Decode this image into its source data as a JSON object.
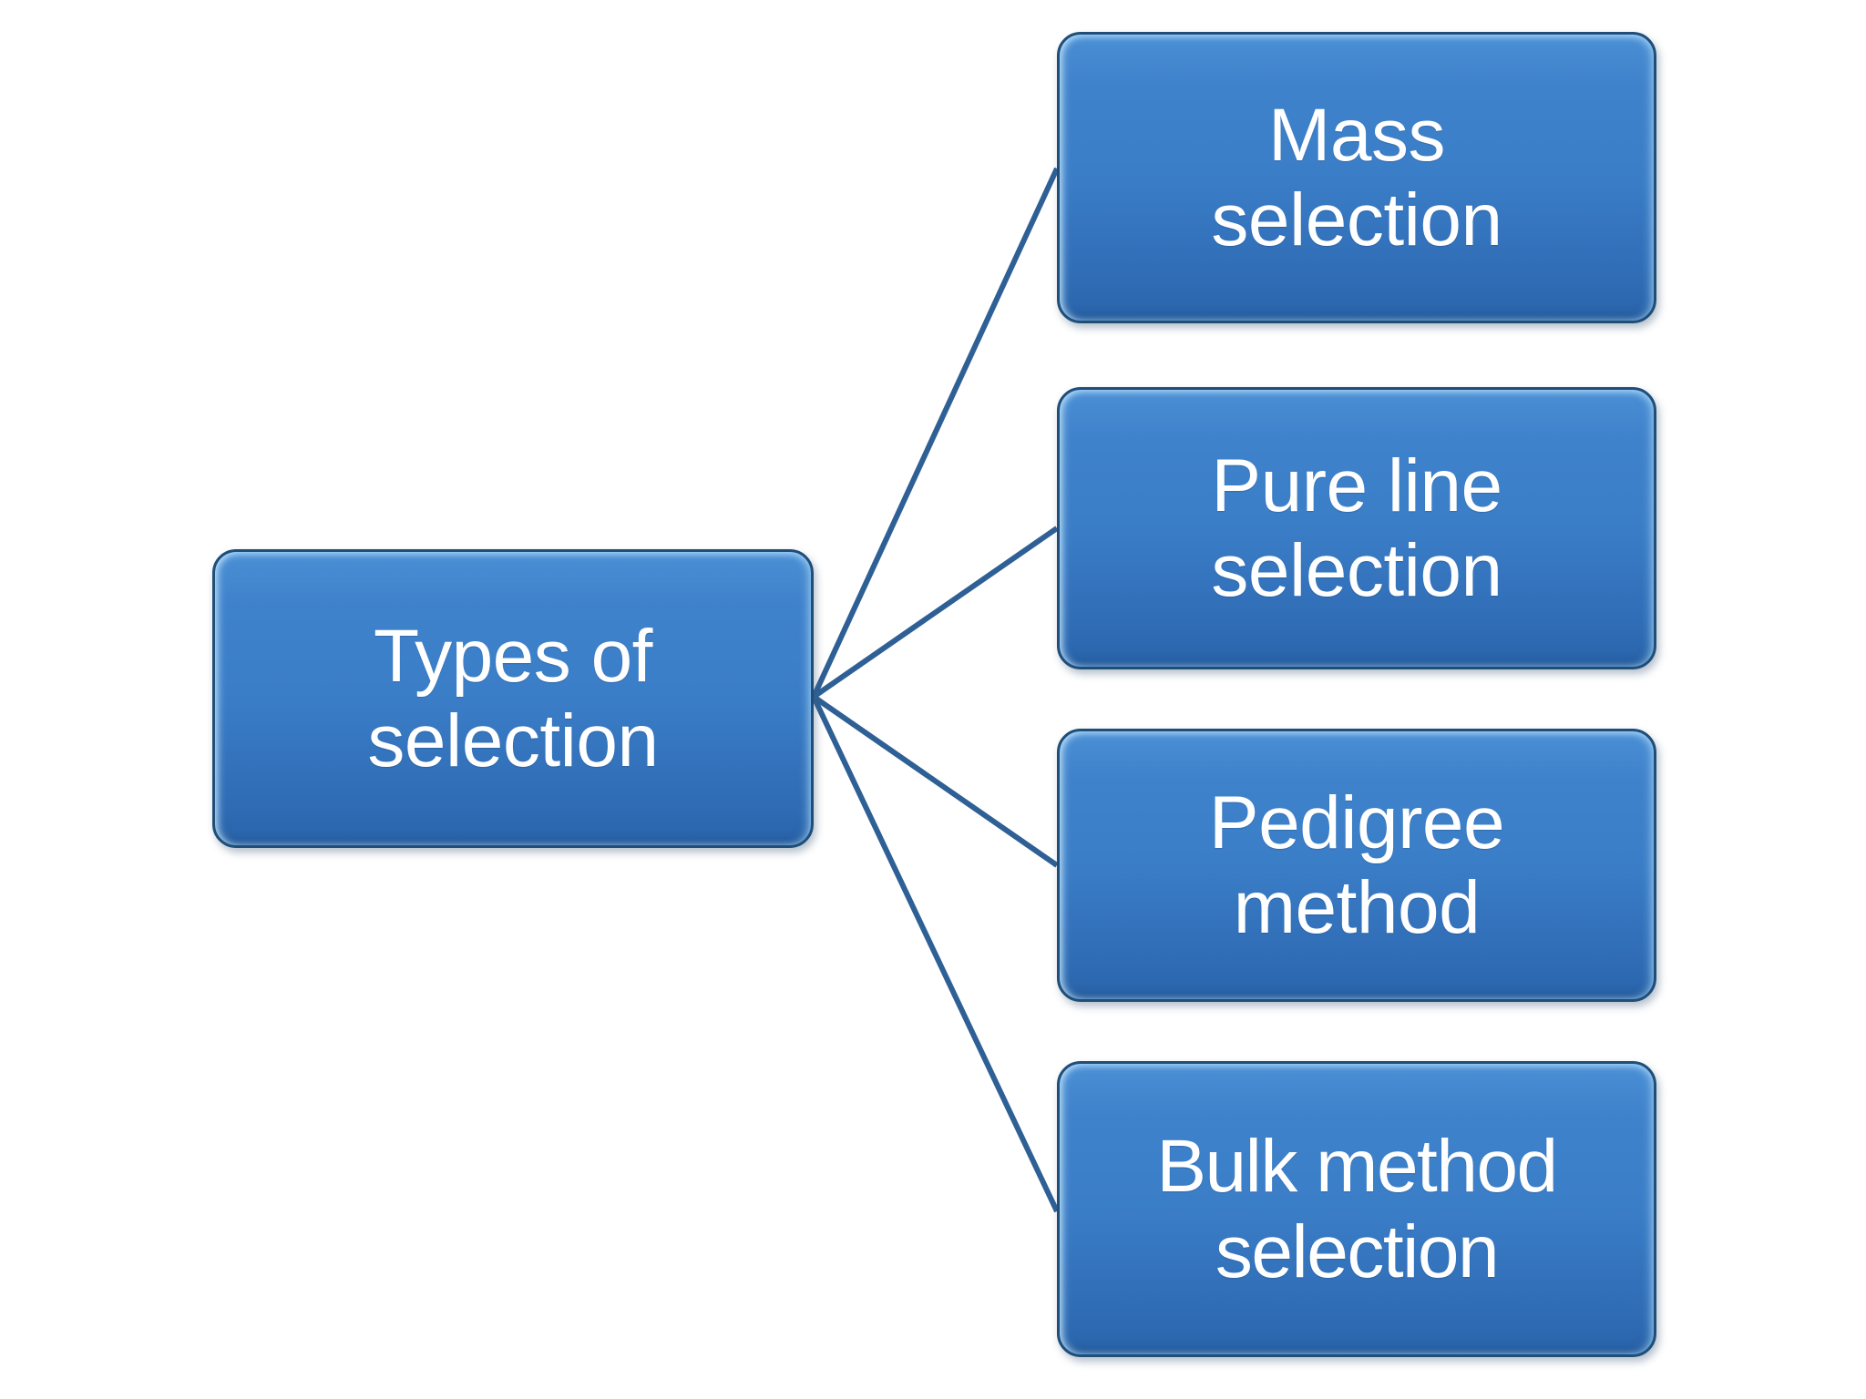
{
  "diagram": {
    "type": "hierarchy",
    "background_color": "#ffffff",
    "node_fill_color": "#3b7ec8",
    "node_border_color": "#1f4e79",
    "node_text_color": "#ffffff",
    "connector_color": "#2e6095",
    "root": {
      "id": "root",
      "label": "Types of\nselection"
    },
    "children": [
      {
        "id": "mass",
        "label": "Mass\nselection"
      },
      {
        "id": "pureline",
        "label": "Pure line\nselection"
      },
      {
        "id": "pedigree",
        "label": "Pedigree\nmethod"
      },
      {
        "id": "bulk",
        "label": "Bulk method\nselection"
      }
    ],
    "connectors": [
      {
        "from": "root",
        "to": "mass",
        "junction": [
          893,
          765
        ],
        "endpoint": [
          1160,
          185
        ]
      },
      {
        "from": "root",
        "to": "pureline",
        "junction": [
          893,
          765
        ],
        "endpoint": [
          1160,
          580
        ]
      },
      {
        "from": "root",
        "to": "pedigree",
        "junction": [
          893,
          765
        ],
        "endpoint": [
          1160,
          950
        ]
      },
      {
        "from": "root",
        "to": "bulk",
        "junction": [
          893,
          765
        ],
        "endpoint": [
          1160,
          1330
        ]
      }
    ]
  }
}
